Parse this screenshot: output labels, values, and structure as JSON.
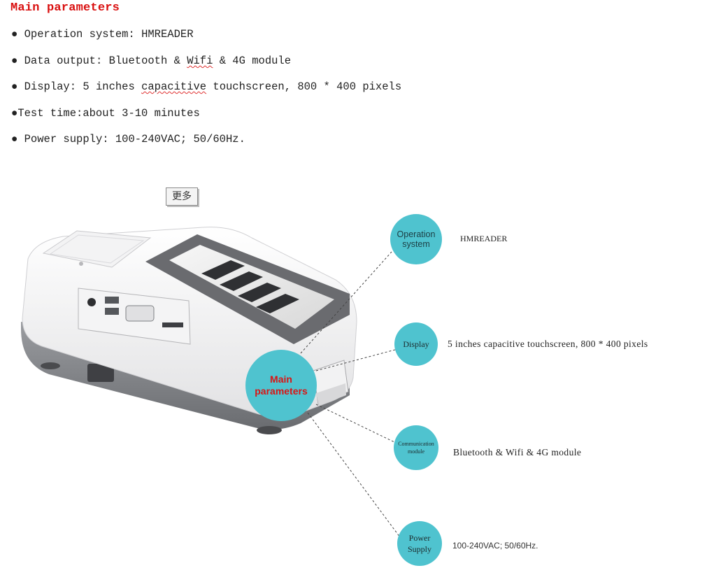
{
  "heading": "Main parameters",
  "parameters": [
    {
      "bullet": "●",
      "label": "Operation system:",
      "value": "HMREADER"
    },
    {
      "bullet": "●",
      "label": "Data output:",
      "pre": "Bluetooth & ",
      "sq": "Wifi",
      "post": " & 4G module"
    },
    {
      "bullet": "●",
      "label": "Display:",
      "pre": "5 inches ",
      "sq": "capacitive",
      "post": " touchscreen, 800 * 400 pixels"
    },
    {
      "bullet": "●",
      "label": "Test time:about 3-10 minutes"
    },
    {
      "bullet": "●",
      "label": "Power supply:",
      "value": "100-240VAC; 50/60Hz."
    }
  ],
  "more_button": "更多",
  "diagram": {
    "center": {
      "line1": "Main",
      "line2": "parameters"
    },
    "nodes": [
      {
        "key": "operation",
        "line1": "Operation",
        "line2": "system",
        "value": "HMREADER"
      },
      {
        "key": "display",
        "line1": "Display",
        "value": "5 inches capacitive touchscreen, 800 * 400 pixels"
      },
      {
        "key": "communication",
        "line1": "Communication",
        "line2": "module",
        "value": "Bluetooth & Wifi & 4G module"
      },
      {
        "key": "power",
        "line1": "Power",
        "line2": "Supply",
        "value": "100-240VAC; 50/60Hz."
      }
    ]
  },
  "colors": {
    "accent_red": "#d90f0f",
    "node_fill": "#4fc3cf"
  }
}
